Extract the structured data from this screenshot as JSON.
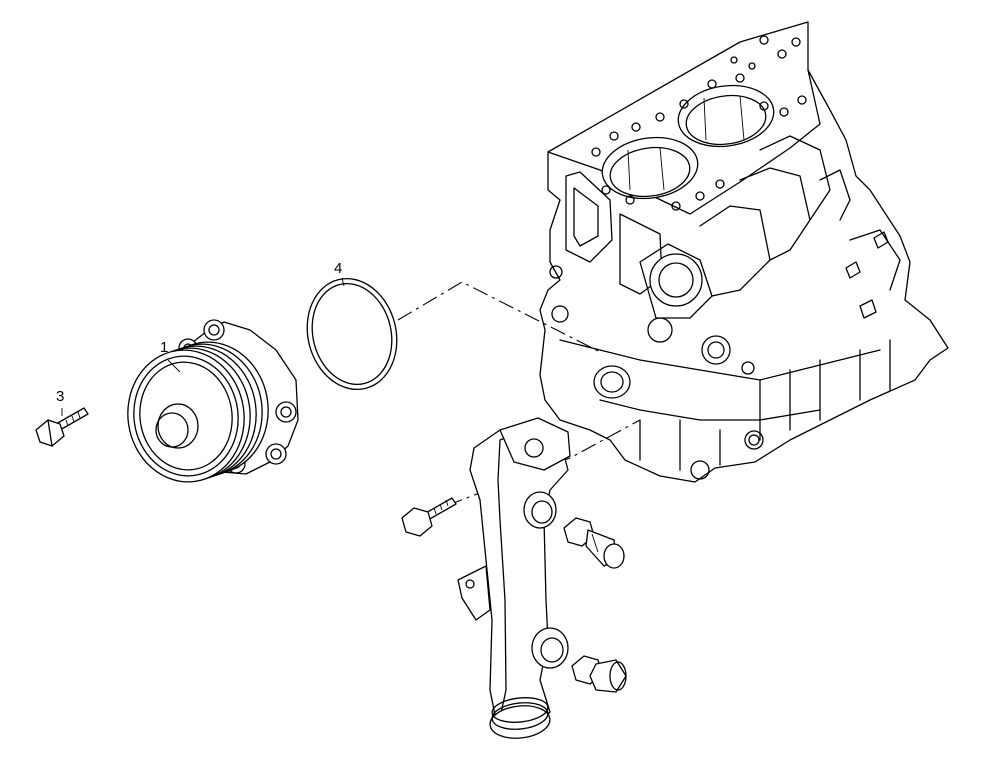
{
  "callouts": [
    {
      "id": "water-pump",
      "label": "1"
    },
    {
      "id": "bolt",
      "label": "3"
    },
    {
      "id": "o-ring",
      "label": "4"
    }
  ]
}
